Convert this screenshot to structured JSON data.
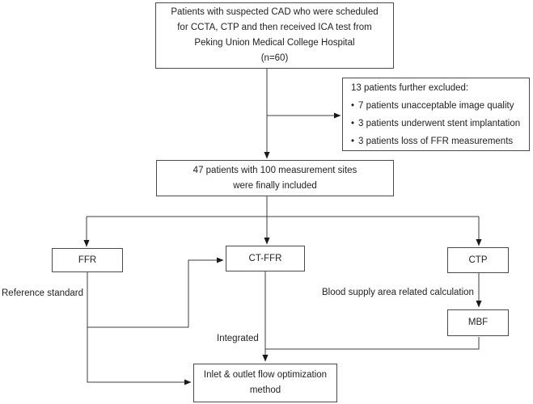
{
  "figure": {
    "kind": "patient-flowchart",
    "colors": {
      "background": "#ffffff",
      "line": "#3c3c3c",
      "box_border": "#4a4a4a",
      "arrowhead": "#1a1a1a",
      "text": "#222222"
    }
  },
  "boxes": {
    "top": {
      "lines": [
        "Patients with suspected CAD who were scheduled",
        "for CCTA, CTP and then received ICA test from",
        "Peking Union Medical College Hospital",
        "(n=60)"
      ]
    },
    "excluded": {
      "title": "13 patients further excluded:",
      "bullet_char": "•",
      "bullets": [
        "7 patients unacceptable image quality",
        "3 patients underwent stent implantation",
        "3 patients loss of FFR measurements"
      ]
    },
    "included": {
      "lines": [
        "47 patients with 100 measurement sites",
        "were finally included"
      ]
    },
    "ffr": {
      "label": "FFR"
    },
    "ct_ffr": {
      "label": "CT-FFR"
    },
    "ctp": {
      "label": "CTP"
    },
    "mbf": {
      "label": "MBF"
    },
    "method": {
      "lines": [
        "Inlet & outlet flow optimization",
        "method"
      ]
    }
  },
  "labels": {
    "reference_standard": "Reference standard",
    "blood_supply": "Blood supply area related calculation",
    "integrated": "Integrated"
  }
}
